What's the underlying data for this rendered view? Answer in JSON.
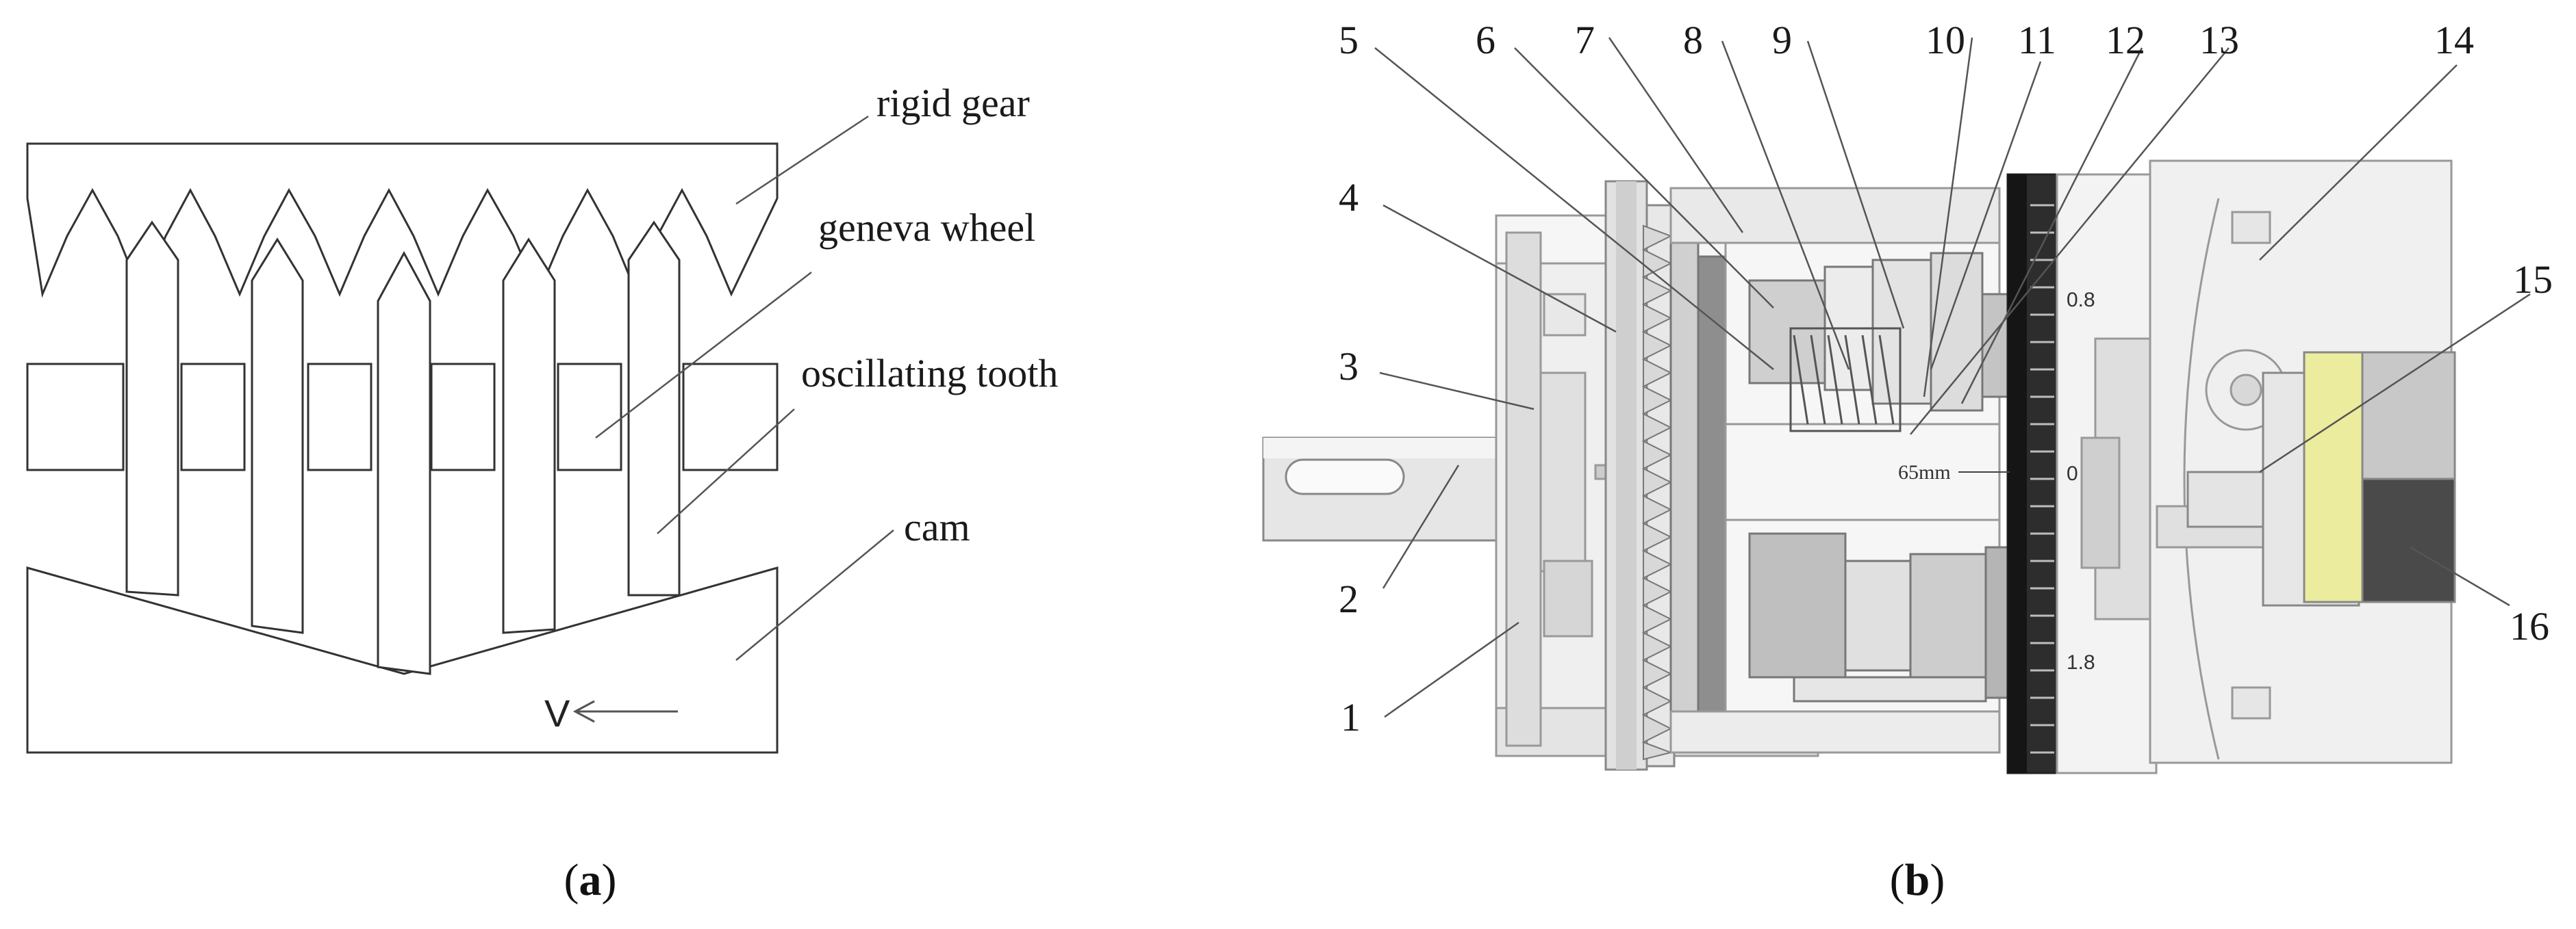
{
  "panel_a": {
    "labels": {
      "rigid_gear": "rigid gear",
      "geneva_wheel": "geneva wheel",
      "oscillating_tooth": "oscillating tooth",
      "cam": "cam",
      "velocity": "V"
    },
    "caption": {
      "open": "(",
      "letter": "a",
      "close": ")"
    }
  },
  "panel_b": {
    "numbers": [
      "1",
      "2",
      "3",
      "4",
      "5",
      "6",
      "7",
      "8",
      "9",
      "10",
      "11",
      "12",
      "13",
      "14",
      "15",
      "16"
    ],
    "scale_text": "65mm",
    "dial_marks": [
      "0.8",
      "0",
      "1.8"
    ],
    "caption": {
      "open": "(",
      "letter": "b",
      "close": ")"
    }
  }
}
